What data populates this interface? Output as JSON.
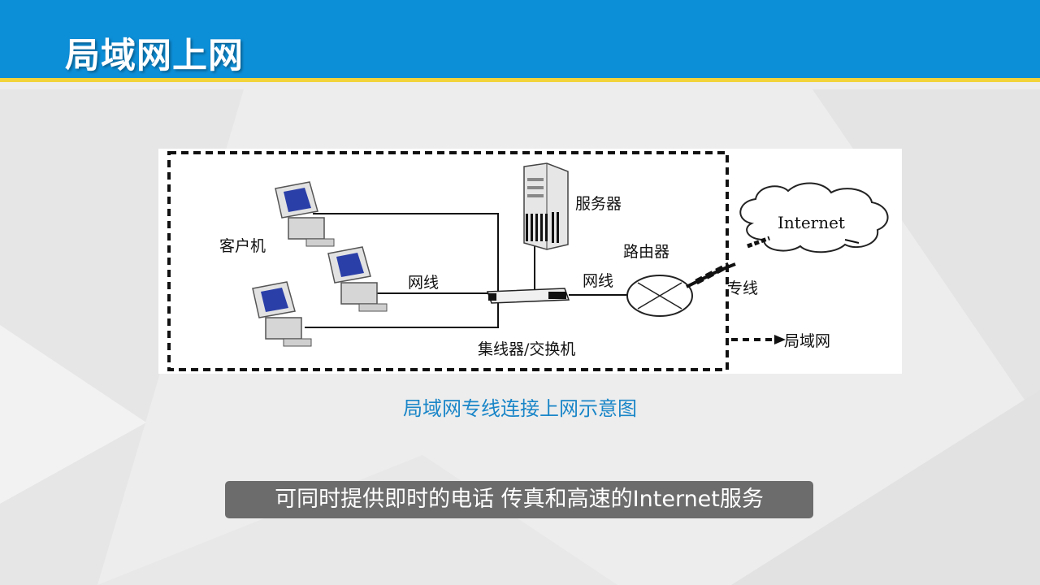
{
  "header": {
    "title": "局域网上网"
  },
  "diagram": {
    "labels": {
      "server": "服务器",
      "client": "客户机",
      "router": "路由器",
      "internet": "Internet",
      "cable_left": "网线",
      "cable_right": "网线",
      "leased_line": "专线",
      "hub_switch": "集线器/交换机",
      "lan": "局域网"
    }
  },
  "caption": "局域网专线连接上网示意图",
  "subtitle": "可同时提供即时的电话 传真和高速的Internet服务",
  "colors": {
    "header_bg": "#0d8fd8",
    "header_accent": "#f2d43a",
    "caption": "#1a86c8"
  }
}
